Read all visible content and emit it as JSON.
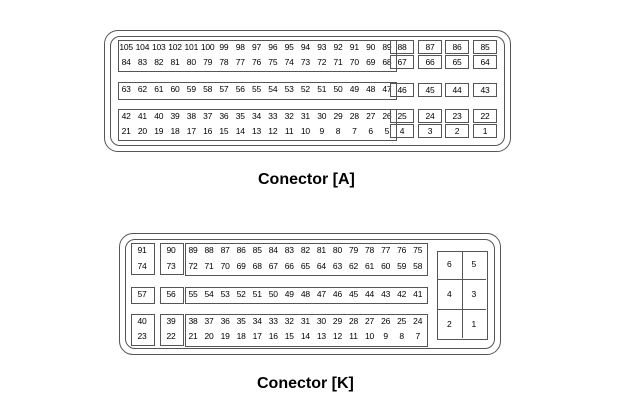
{
  "connector_a": {
    "caption": "Conector [A]",
    "main_rows": [
      [
        "105",
        "104",
        "103",
        "102",
        "101",
        "100",
        "99",
        "98",
        "97",
        "96",
        "95",
        "94",
        "93",
        "92",
        "91",
        "90",
        "89"
      ],
      [
        "84",
        "83",
        "82",
        "81",
        "80",
        "79",
        "78",
        "77",
        "76",
        "75",
        "74",
        "73",
        "72",
        "71",
        "70",
        "69",
        "68"
      ],
      [
        "63",
        "62",
        "61",
        "60",
        "59",
        "58",
        "57",
        "56",
        "55",
        "54",
        "53",
        "52",
        "51",
        "50",
        "49",
        "48",
        "47"
      ],
      [
        "42",
        "41",
        "40",
        "39",
        "38",
        "37",
        "36",
        "35",
        "34",
        "33",
        "32",
        "31",
        "30",
        "29",
        "28",
        "27",
        "26"
      ],
      [
        "21",
        "20",
        "19",
        "18",
        "17",
        "16",
        "15",
        "14",
        "13",
        "12",
        "11",
        "10",
        "9",
        "8",
        "7",
        "6",
        "5"
      ]
    ],
    "side_rows": [
      [
        "88",
        "87",
        "86",
        "85"
      ],
      [
        "67",
        "66",
        "65",
        "64"
      ],
      [
        "46",
        "45",
        "44",
        "43"
      ],
      [
        "25",
        "24",
        "23",
        "22"
      ],
      [
        "4",
        "3",
        "2",
        "1"
      ]
    ]
  },
  "connector_k": {
    "caption": "Conector [K]",
    "col1": [
      "91",
      "74",
      "57",
      "40",
      "23"
    ],
    "col2": [
      "90",
      "73",
      "56",
      "39",
      "22"
    ],
    "main_rows": [
      [
        "89",
        "88",
        "87",
        "86",
        "85",
        "84",
        "83",
        "82",
        "81",
        "80",
        "79",
        "78",
        "77",
        "76",
        "75"
      ],
      [
        "72",
        "71",
        "70",
        "69",
        "68",
        "67",
        "66",
        "65",
        "64",
        "63",
        "62",
        "61",
        "60",
        "59",
        "58"
      ],
      [
        "55",
        "54",
        "53",
        "52",
        "51",
        "50",
        "49",
        "48",
        "47",
        "46",
        "45",
        "44",
        "43",
        "42",
        "41"
      ],
      [
        "38",
        "37",
        "36",
        "35",
        "34",
        "33",
        "32",
        "31",
        "30",
        "29",
        "28",
        "27",
        "26",
        "25",
        "24"
      ],
      [
        "21",
        "20",
        "19",
        "18",
        "17",
        "16",
        "15",
        "14",
        "13",
        "12",
        "11",
        "10",
        "9",
        "8",
        "7"
      ]
    ],
    "side_rows": [
      [
        "6",
        "5"
      ],
      [
        "4",
        "3"
      ],
      [
        "2",
        "1"
      ]
    ]
  }
}
